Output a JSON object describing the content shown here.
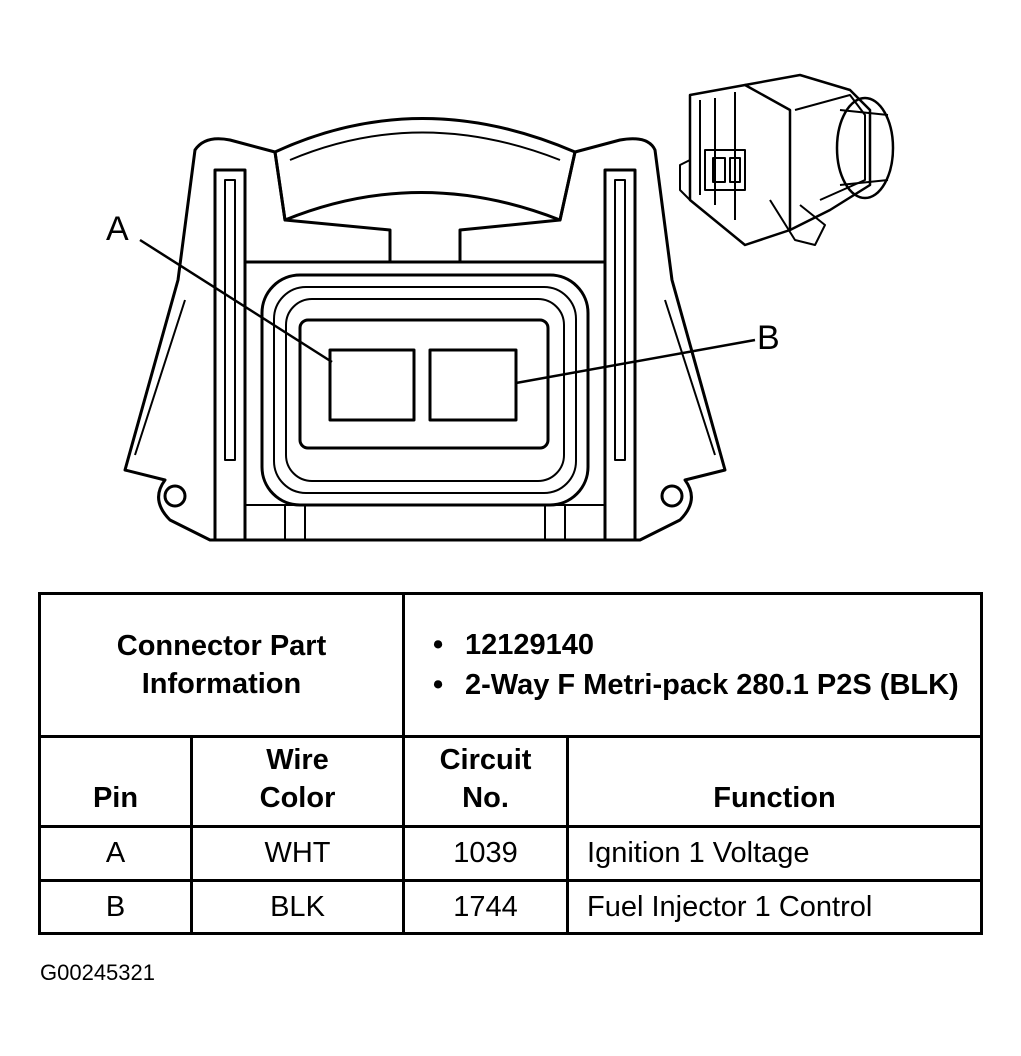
{
  "diagram": {
    "pin_labels": [
      "A",
      "B"
    ]
  },
  "table": {
    "connector_info_label": "Connector Part Information",
    "part_info": [
      "12129140",
      "2-Way F Metri-pack 280.1 P2S (BLK)"
    ],
    "headers": {
      "pin": "Pin",
      "wire_color": "Wire Color",
      "circuit_no": "Circuit No.",
      "function": "Function"
    },
    "rows": [
      {
        "pin": "A",
        "wire_color": "WHT",
        "circuit_no": "1039",
        "function": "Ignition 1 Voltage"
      },
      {
        "pin": "B",
        "wire_color": "BLK",
        "circuit_no": "1744",
        "function": "Fuel Injector 1 Control"
      }
    ]
  },
  "figure_id": "G00245321"
}
